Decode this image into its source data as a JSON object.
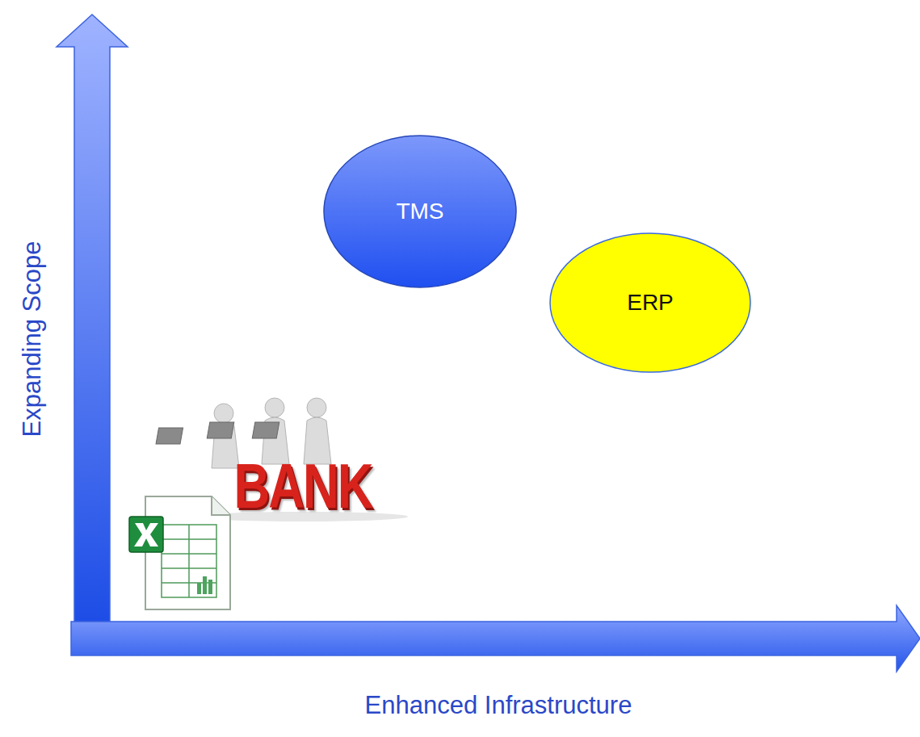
{
  "diagram": {
    "nodes": [
      {
        "text": [
          "TMS"
        ]
      },
      {
        "text": [
          "ERP"
        ]
      }
    ],
    "labels": [
      "Expanding Scope",
      "Enhanced Infrastructure",
      "BANK"
    ]
  }
}
